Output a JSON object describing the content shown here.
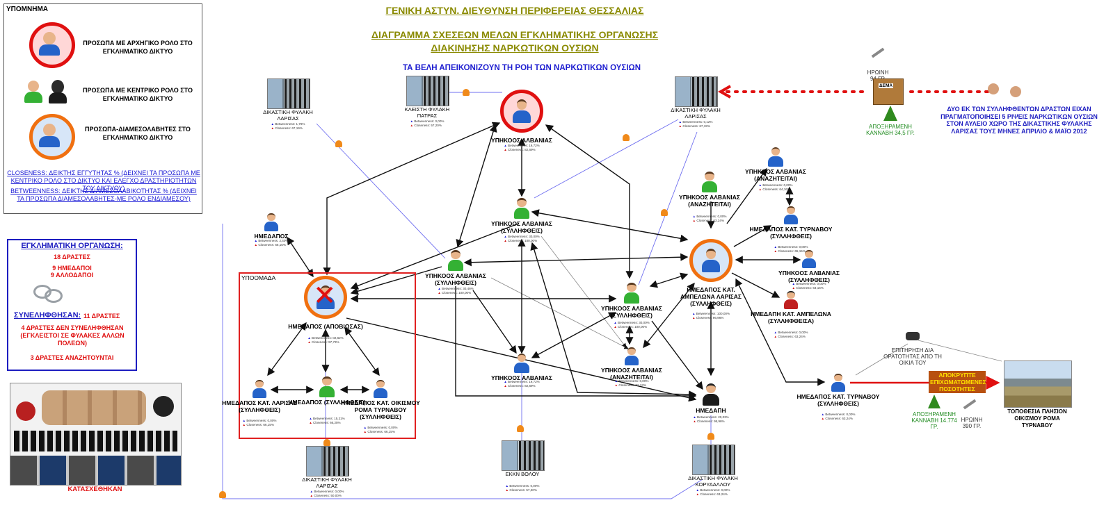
{
  "colors": {
    "title": "#8a8a00",
    "blue": "#1d1dd0",
    "red": "#e01010",
    "green": "#1e8a1e",
    "edge": "#111111",
    "leaderRing": "#e01010",
    "brokerRing": "#f07010"
  },
  "title": {
    "line1": "ΓΕΝΙΚΗ ΑΣΤΥΝ. ΔΙΕΥΘΥΝΣΗ ΠΕΡΙΦΕΡΕΙΑΣ ΘΕΣΣΑΛΙΑΣ",
    "line2": "ΔΙΑΓΡΑΜΜΑ ΣΧΕΣΕΩΝ ΜΕΛΩΝ ΕΓΚΛΗΜΑΤΙΚΗΣ ΟΡΓΑΝΩΣΗΣ",
    "line3": "ΔΙΑΚΙΝΗΣΗΣ ΝΑΡΚΩΤΙΚΩΝ ΟΥΣΙΩΝ",
    "arrows_note": "ΤΑ ΒΕΛΗ ΑΠΕΙΚΟΝΙΖΟΥΝ ΤΗ  ΡΟΗ ΤΩΝ ΝΑΡΚΩΤΙΚΩΝ ΟΥΣΙΩΝ"
  },
  "legend": {
    "title": "ΥΠΟΜΝΗΜΑ",
    "leader": "ΠΡΟΣΩΠΑ ΜΕ ΑΡΧΗΓΙΚΟ ΡΟΛΟ ΣΤΟ ΕΓΚΛΗΜΑΤΙΚΟ ΔΙΚΤΥΟ",
    "central": "ΠΡΟΣΩΠΑ ΜΕ ΚΕΝΤΡΙΚΟ ΡΟΛΟ ΣΤΟ ΕΓΚΛΗΜΑΤΙΚΟ  ΔΙΚΤΥΟ",
    "broker": "ΠΡΟΣΩΠΑ-ΔΙΑΜΕΣΟΛΑΒΗΤΕΣ ΣΤΟ ΕΓΚΛΗΜΑΤΙΚΟ ΔΙΚΤΥΟ",
    "closeness": "CLOSENESS: ΔΕΙΚΤΗΣ ΕΓΓΥΤΗΤΑΣ % (ΔΕΙΧΝΕΙ ΤΑ ΠΡΟΣΩΠΑ ΜΕ ΚΕΝΤΡΙΚΟ ΡΟΛΟ ΣΤΟ ΔΙΚΤΥΟ ΚΑΙ ΕΛΕΓΧΟ ΔΡΑΣΤΗΡΙΟΤΗΤΩΝ ΤΟΥ ΔΙΚΤΥΟΥ)",
    "betweenness": "BETWEENNESS: ΔΕΙΚΤΗΣ ΔΙΑΜΕΣΟΛΑΒΙΚΟΤΗΤΑΣ % (ΔΕΙΧΝΕΙ ΤΑ ΠΡΟΣΩΠΑ ΔΙΑΜΕΣΟΛΑΒΗΤΕΣ-ΜΕ  ΡΟΛΟ ΕΝΔΙΑΜΕΣΟΥ)"
  },
  "org": {
    "title": "ΕΓΚΛΗΜΑΤΙΚΗ ΟΡΓΑΝΩΣΗ:",
    "members": "18 ΔΡΑΣΤΕΣ",
    "greeks": "9 ΗΜΕΔΑΠΟΙ",
    "foreigners": "9 ΑΛΛΟΔΑΠΟΙ",
    "arrested_label": "ΣΥΝΕΛΗΦΘΗΣΑΝ:",
    "arrested_count": "11 ΔΡΑΣΤΕΣ",
    "not_arrested": "4 ΔΡΑΣΤΕΣ ΔΕΝ ΣΥΝΕΛΗΦΘΗΣΑΝ (ΕΓΚΛΕΙΣΤΟΙ ΣΕ ΦΥΛΑΚΕΣ ΑΛΛΩΝ ΠΟΛΕΩΝ)",
    "wanted": "3 ΔΡΑΣΤΕΣ ΑΝΑΖΗΤΟΥΝΤΑΙ"
  },
  "seized_caption": "ΚΑΤΑΣΧΕΘΗΚΑΝ",
  "subgroup_label": "ΥΠΟΟΜΑΔΑ",
  "metric_labels": {
    "betweenness": "Betweenness:",
    "closeness": "Closeness:"
  },
  "nodes": {
    "leader": {
      "label": "ΥΠΗΚΟΟΣ ΑΛΒΑΝΙΑΣ",
      "b": "19,72%",
      "c": "82,69%"
    },
    "alb_arrested_center": {
      "label": "ΥΠΗΚΟΟΣ ΑΛΒΑΝΙΑΣ (ΣΥΛΛΗΦΘΕΙΣ)",
      "b": "30,00%",
      "c": "100,00%"
    },
    "alb_arrested_left": {
      "label": "ΥΠΗΚΟΟΣ ΑΛΒΑΝΙΑΣ (ΣΥΛΛΗΦΘΕΙΣ)",
      "b": "30,46%",
      "c": "100,00%"
    },
    "alb_arrested_mid": {
      "label": "ΥΠΗΚΟΟΣ ΑΛΒΑΝΙΑΣ (ΣΥΛΛΗΦΘΕΙΣ)",
      "b": "30,00%",
      "c": "100,00%"
    },
    "alb_bottom": {
      "label": "ΥΠΗΚΟΟΣ ΑΛΒΑΝΙΑΣ",
      "b": "19,72%",
      "c": "82,69%"
    },
    "alb_wanted_mid": {
      "label": "ΥΠΗΚΟΟΣ ΑΛΒΑΝΙΑΣ (ΑΝΑΖΗΤΕΙΤΑΙ)",
      "b": "0,00%",
      "c": "81,13%"
    },
    "hmedapos_left": {
      "label": "ΗΜΕΔΑΠΟΣ",
      "b": "2,40%",
      "c": "66,15%"
    },
    "deceased": {
      "label": "ΗΜΕΔΑΠΟΣ (ΑΠΟΒΙΩΣΑΣ)",
      "b": "02,62%",
      "c": "97,73%"
    },
    "larisa": {
      "label": "ΗΜΕΔΑΠΟΣ ΚΑΤ. ΛΑΡΙΣΑΣ (ΣΥΛΛΗΦΘΕΙΣ)",
      "b": "0,00%",
      "c": "66,15%"
    },
    "hm_arrested": {
      "label": "ΗΜΕΔΑΠΟΣ (ΣΥΛΛΗΦΘΕΙΣ)",
      "b": "15,21%",
      "c": "66,25%"
    },
    "roma": {
      "label": "ΗΜΕΔΑΠΟΣ ΚΑΤ. ΟΙΚΙΣΜΟΥ ΡΟΜΑ ΤΥΡΝΑΒΟΥ (ΣΥΛΛΗΦΘΕΙΣ)",
      "b": "0,00%",
      "c": "66,15%"
    },
    "broker": {
      "label": "ΗΜΕΔΑΠΟΣ ΚΑΤ. ΑΜΠΕΛΩΝΑ ΛΑΡΙΣΑΣ (ΣΥΛΛΗΦΘΕΙΣ)",
      "b": "100,00%",
      "c": "96,96%"
    },
    "alb_wanted_right1": {
      "label": "ΥΠΗΚΟΟΣ ΑΛΒΑΝΙΑΣ (ΑΝΑΖΗΤΕΙΤΑΙ)",
      "b": "0,00%",
      "c": "63,24%"
    },
    "alb_wanted_right2": {
      "label": "ΥΠΗΚΟΟΣ ΑΛΒΑΝΙΑΣ (ΑΝΑΖΗΤΕΙΤΑΙ)",
      "b": "0,00%",
      "c": "64,16%"
    },
    "tyrnavos1": {
      "label": "ΗΜΕΔΑΠΟΣ ΚΑΤ. ΤΥΡΝΑΒΟΥ (ΣΥΛΛΗΦΘΕΙΣ)",
      "b": "0,00%",
      "c": "65,15%"
    },
    "alb_arrested_right": {
      "label": "ΥΠΗΚΟΟΣ ΑΛΒΑΝΙΑΣ (ΣΥΛΛΗΦΘΕΙΣ)",
      "b": "0,00%",
      "c": "64,16%"
    },
    "ampelonas_f": {
      "label": "ΗΜΕΔΑΠΗ ΚΑΤ. ΑΜΠΕΛΩΝΑ (ΣΥΛΛΗΦΘΕΙΣΑ)",
      "b": "0,00%",
      "c": "63,24%"
    },
    "hmedaph": {
      "label": "ΗΜΕΔΑΠΗ",
      "b": "20,03%",
      "c": "95,96%"
    },
    "tyrnavos2": {
      "label": "ΗΜΕΔΑΠΟΣ ΚΑΤ. ΤΥΡΝΑΒΟΥ (ΣΥΛΛΗΦΘΕΙΣ)",
      "b": "0,00%",
      "c": "63,24%"
    }
  },
  "prisons": {
    "larisa_left": {
      "label": "ΔΙΚΑΣΤΙΚΗ ΦΥΛΑΚΗ ΛΑΡΙΣΑΣ",
      "b": "1,76%",
      "c": "67,19%"
    },
    "patras": {
      "label": "ΚΛΕΙΣΤΗ ΦΥΛΑΚΗ ΠΑΤΡΑΣ",
      "b": "0,00%",
      "c": "57,20%"
    },
    "larisa_right": {
      "label": "ΔΙΚΑΣΤΙΚΗ ΦΥΛΑΚΗ ΛΑΡΙΣΑΣ",
      "b": "0,12%",
      "c": "67,19%"
    },
    "larisa_bottom": {
      "label": "ΔΙΚΑΣΤΙΚΗ ΦΥΛΑΚΗ ΛΑΡΙΣΑΣ",
      "b": "0,00%",
      "c": "50,00%"
    },
    "volos": {
      "label": "ΕΚΚΝ ΒΟΛΟΥ",
      "b": "0,00%",
      "c": "57,20%"
    },
    "korydallos": {
      "label": "ΔΙΚΑΣΤΙΚΗ ΦΥΛΑΚΗ ΚΟΡΥΔΑΛΛΟΥ",
      "b": "0,00%",
      "c": "63,24%"
    }
  },
  "prison_delivery": {
    "heroin": "ΗΡΩΙΝΗ 94 ΓΡ.",
    "package": "ΔΕΜΑ",
    "cannabis": "ΑΠΟΞΗΡΑΜΕΝΗ ΚΑΝΝΑΒΗ 34,5 ΓΡ.",
    "note": "ΔΥΟ ΕΚ ΤΩΝ ΣΥΛΛΗΦΘΕΝΤΩΝ ΔΡΑΣΤΩΝ ΕΙΧΑΝ ΠΡΑΓΜΑΤΟΠΟΙΗΣΕΙ 5 ΡΙΨΕΙΣ ΝΑΡΚΩΤΙΚΩΝ ΟΥΣΙΩΝ ΣΤΟΝ ΑΥΛΕΙΟ ΧΩΡΟ ΤΗΣ ΔΙΚΑΣΤΙΚΗΣ ΦΥΛΑΚΗΣ ΛΑΡΙΣΑΣ ΤΟΥΣ ΜΗΝΕΣ ΑΠΡΙΛΙΟ & ΜΑΪΟ 2012"
  },
  "surveillance": "ΕΠΙΤΗΡΗΣΗ ΔΙΑ ΟΡΑΤΟΤΗΤΑΣ ΑΠΟ ΤΗ ΟΙΚΙΑ ΤΟΥ",
  "hidden_qty": "ΑΠΟΚΡΥΠΤΕ ΕΠΙΧΩΜΑΤΩΜΕΝΕΣ ΠΟΣΟΤΗΤΕΣ",
  "roma_cannabis": "ΑΠΟΞΗΡΑΜΕΝΗ ΚΑΝΝΑΒΗ 14.774 ΓΡ.",
  "roma_heroin": "ΗΡΩΙΝΗ 390 ΓΡ.",
  "location": "ΤΟΠΟΘΕΣΙΑ ΠΛΗΣΙΟΝ ΟΙΚΙΣΜΟΥ ΡΟΜΑ ΤΥΡΝΑΒΟΥ"
}
